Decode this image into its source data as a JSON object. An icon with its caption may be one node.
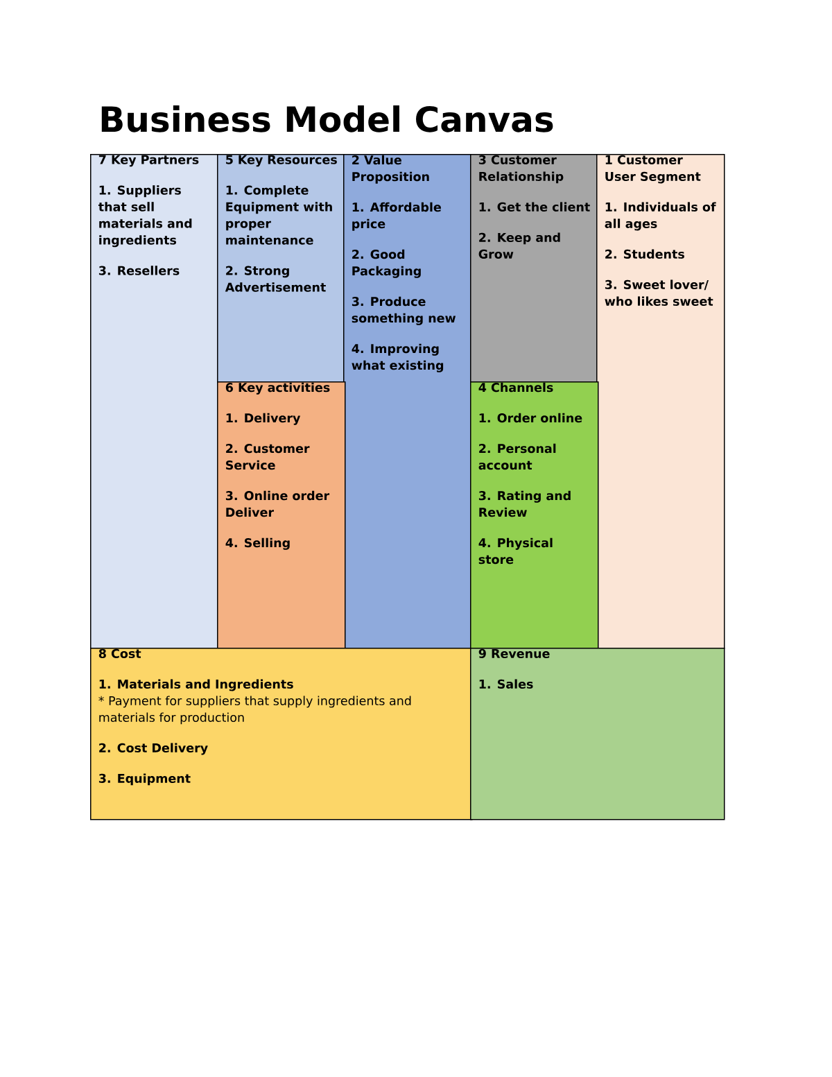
{
  "diagram": {
    "title": "Business Model Canvas",
    "nodes": [
      {
        "text": [
          "7 Key Partners",
          "1. Suppliers that sell materials and ingredients",
          "3. Resellers"
        ]
      },
      {
        "text": [
          "5 Key Resources",
          "1. Complete Equipment with proper maintenance",
          "2. Strong Advertisement"
        ]
      },
      {
        "text": [
          "2 Value Proposition",
          "1. Affordable price",
          "2. Good Packaging",
          "3. Produce something new",
          "4. Improving what existing"
        ]
      },
      {
        "text": [
          "3 Customer Relationship",
          "1. Get the client",
          "2. Keep and Grow"
        ]
      },
      {
        "text": [
          "1 Customer User Segment",
          "1. Individuals of all ages",
          "2. Students",
          "3. Sweet lover/ who likes sweet"
        ]
      },
      {
        "text": [
          "6 Key activities",
          "1. Delivery",
          "2. Customer Service",
          "3. Online order Deliver",
          "4. Selling"
        ]
      },
      {
        "text": [
          "4 Channels",
          "1. Order online",
          "2. Personal account",
          "3. Rating and Review",
          "4. Physical store"
        ]
      },
      {
        "text": [
          "8 Cost",
          "1. Materials and Ingredients",
          "* Payment for suppliers that supply ingredients and materials for production",
          "2. Cost Delivery",
          "3. Equipment"
        ]
      },
      {
        "text": [
          "9 Revenue",
          "1. Sales"
        ]
      }
    ]
  }
}
